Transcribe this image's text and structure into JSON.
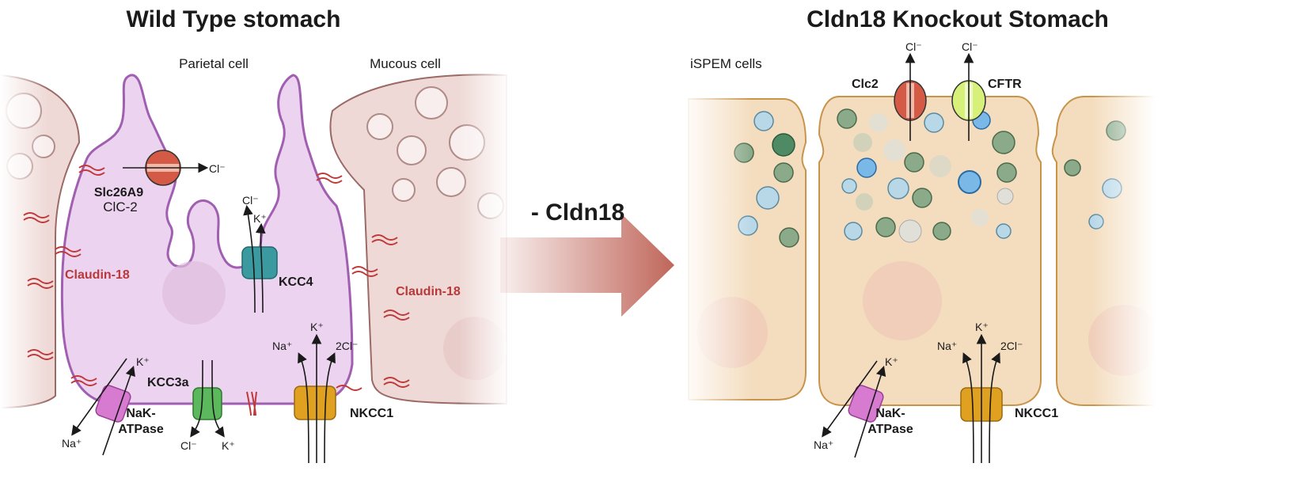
{
  "left_panel": {
    "title": "Wild Type stomach",
    "parietal_label": "Parietal cell",
    "mucous_label": "Mucous cell",
    "claudin_left": "Claudin-18",
    "claudin_right": "Claudin-18",
    "slc_label": "Slc26A9",
    "clc_label": "ClC-2",
    "slc_ion": "Cl⁻",
    "kcc4_label": "KCC4",
    "kcc4_cl": "Cl⁻",
    "kcc4_k": "K⁺",
    "nak_label_1": "NaK-",
    "nak_label_2": "ATPase",
    "nak_k": "K⁺",
    "nak_na": "Na⁺",
    "kcc3a_label": "KCC3a",
    "kcc3a_cl": "Cl⁻",
    "kcc3a_k": "K⁺",
    "nkcc1_label": "NKCC1",
    "nkcc1_na": "Na⁺",
    "nkcc1_k": "K⁺",
    "nkcc1_cl": "2Cl⁻"
  },
  "transition": {
    "label": "- Cldn18",
    "arrow_color": "#c0665a"
  },
  "right_panel": {
    "title": "Cldn18 Knockout Stomach",
    "cells_label": "iSPEM cells",
    "clc2_label": "Clc2",
    "clc2_ion": "Cl⁻",
    "cftr_label": "CFTR",
    "cftr_ion": "Cl⁻",
    "nak_label_1": "NaK-",
    "nak_label_2": "ATPase",
    "nak_k": "K⁺",
    "nak_na": "Na⁺",
    "nkcc1_label": "NKCC1",
    "nkcc1_na": "Na⁺",
    "nkcc1_k": "K⁺",
    "nkcc1_cl": "2Cl⁻"
  },
  "colors": {
    "parietal": "#ecd3ef",
    "mucous": "#eed9d6",
    "ispem": "#f4ddbf",
    "claudin": "#c0393a",
    "kcc4": "#3a9aa0",
    "kcc3a": "#5cb85c",
    "nkcc1": "#e0a020",
    "nak": "#d77bd0",
    "clc": "#d45a45",
    "cftr": "#d6f07a"
  }
}
